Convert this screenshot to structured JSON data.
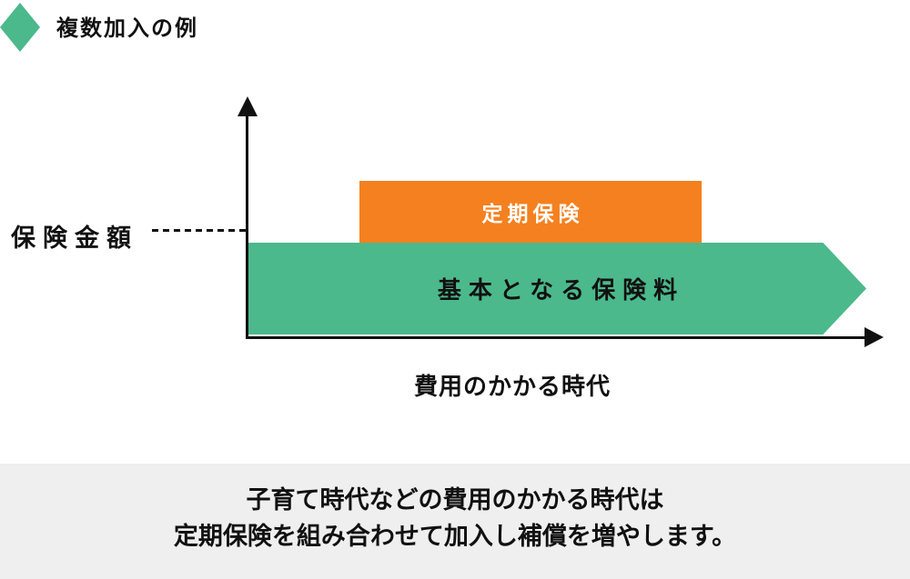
{
  "header": {
    "title": "複数加入の例"
  },
  "chart": {
    "y_axis_label": "保険金額",
    "x_axis_label": "費用のかかる時代",
    "term_insurance": {
      "label": "定期保険",
      "color": "#F5801F",
      "text_color": "#FFFFFF"
    },
    "base_premium": {
      "label": "基本となる保険料",
      "color": "#4BB98C",
      "text_color": "#111111"
    }
  },
  "footer": {
    "line1": "子育て時代などの費用のかかる時代は",
    "line2": "定期保険を組み合わせて加入し補償を増やします。",
    "background": "#EFEFEF"
  },
  "colors": {
    "accent_green": "#4BB98C",
    "accent_orange": "#F5801F",
    "axis_black": "#111111",
    "footer_bg": "#EFEFEF"
  }
}
